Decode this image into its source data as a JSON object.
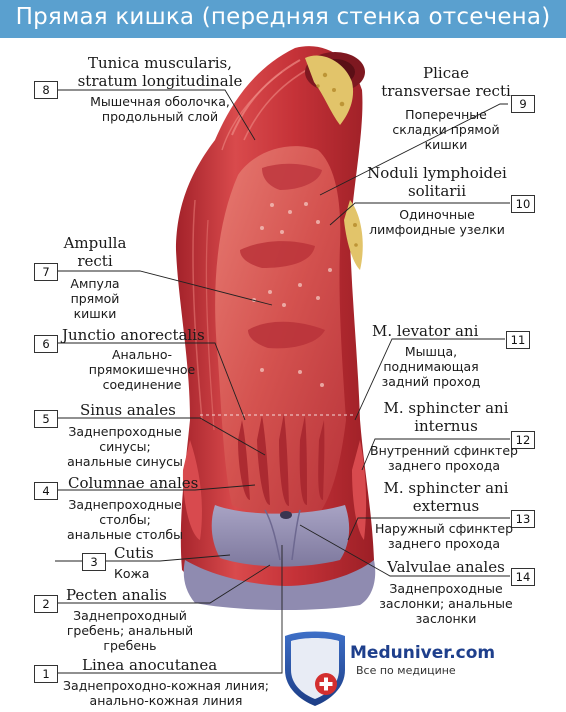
{
  "title": "Прямая кишка (передняя стенка отсечена)",
  "labels": [
    {
      "num": "8",
      "latin": [
        "Tunica muscularis,",
        "stratum longitudinale"
      ],
      "russian": [
        "Мышечная оболочка,",
        "продольный слой"
      ]
    },
    {
      "num": "9",
      "latin": [
        "Plicae",
        "transversae recti"
      ],
      "russian": [
        "Поперечные",
        "складки прямой",
        "кишки"
      ]
    },
    {
      "num": "10",
      "latin": [
        "Noduli lymphoidei",
        "solitarii"
      ],
      "russian": [
        "Одиночные",
        "лимфоидные узелки"
      ]
    },
    {
      "num": "7",
      "latin": [
        "Ampulla",
        "recti"
      ],
      "russian": [
        "Ампула",
        "прямой",
        "кишки"
      ]
    },
    {
      "num": "6",
      "latin": [
        "Junctio anorectalis"
      ],
      "russian": [
        "Анально-",
        "прямокишечное",
        "соединение"
      ]
    },
    {
      "num": "11",
      "latin": [
        "M. levator ani"
      ],
      "russian": [
        "Мышца,",
        "поднимающая",
        "задний проход"
      ]
    },
    {
      "num": "5",
      "latin": [
        "Sinus anales"
      ],
      "russian": [
        "Заднепроходные",
        "синусы;",
        "анальные синусы"
      ]
    },
    {
      "num": "12",
      "latin": [
        "M. sphincter ani",
        "internus"
      ],
      "russian": [
        "Внутренний сфинктер",
        "заднего прохода"
      ]
    },
    {
      "num": "4",
      "latin": [
        "Columnae anales"
      ],
      "russian": [
        "Заднепроходные",
        "столбы;",
        "анальные столбы"
      ]
    },
    {
      "num": "13",
      "latin": [
        "M. sphincter ani",
        "externus"
      ],
      "russian": [
        "Наружный сфинктер",
        "заднего прохода"
      ]
    },
    {
      "num": "3",
      "latin": [
        "Cutis"
      ],
      "russian": [
        "Кожа"
      ]
    },
    {
      "num": "14",
      "latin": [
        "Valvulae anales"
      ],
      "russian": [
        "Заднепроходные",
        "заслонки; анальные",
        "заслонки"
      ]
    },
    {
      "num": "2",
      "latin": [
        "Pecten analis"
      ],
      "russian": [
        "Заднепроходный",
        "гребень; анальный",
        "гребень"
      ]
    },
    {
      "num": "1",
      "latin": [
        "Linea anocutanea"
      ],
      "russian": [
        "Заднепроходно-кожная линия;",
        "анально-кожная линия"
      ]
    }
  ],
  "brand": {
    "name": "Meduniver.com",
    "tagline": "Все по медицине"
  },
  "colors": {
    "title_bar": "#5aa0cf",
    "tissue": "#c8363a",
    "tissue_light": "#e06a6a",
    "fat": "#e2c46a",
    "skin": "#8f8bb0"
  }
}
